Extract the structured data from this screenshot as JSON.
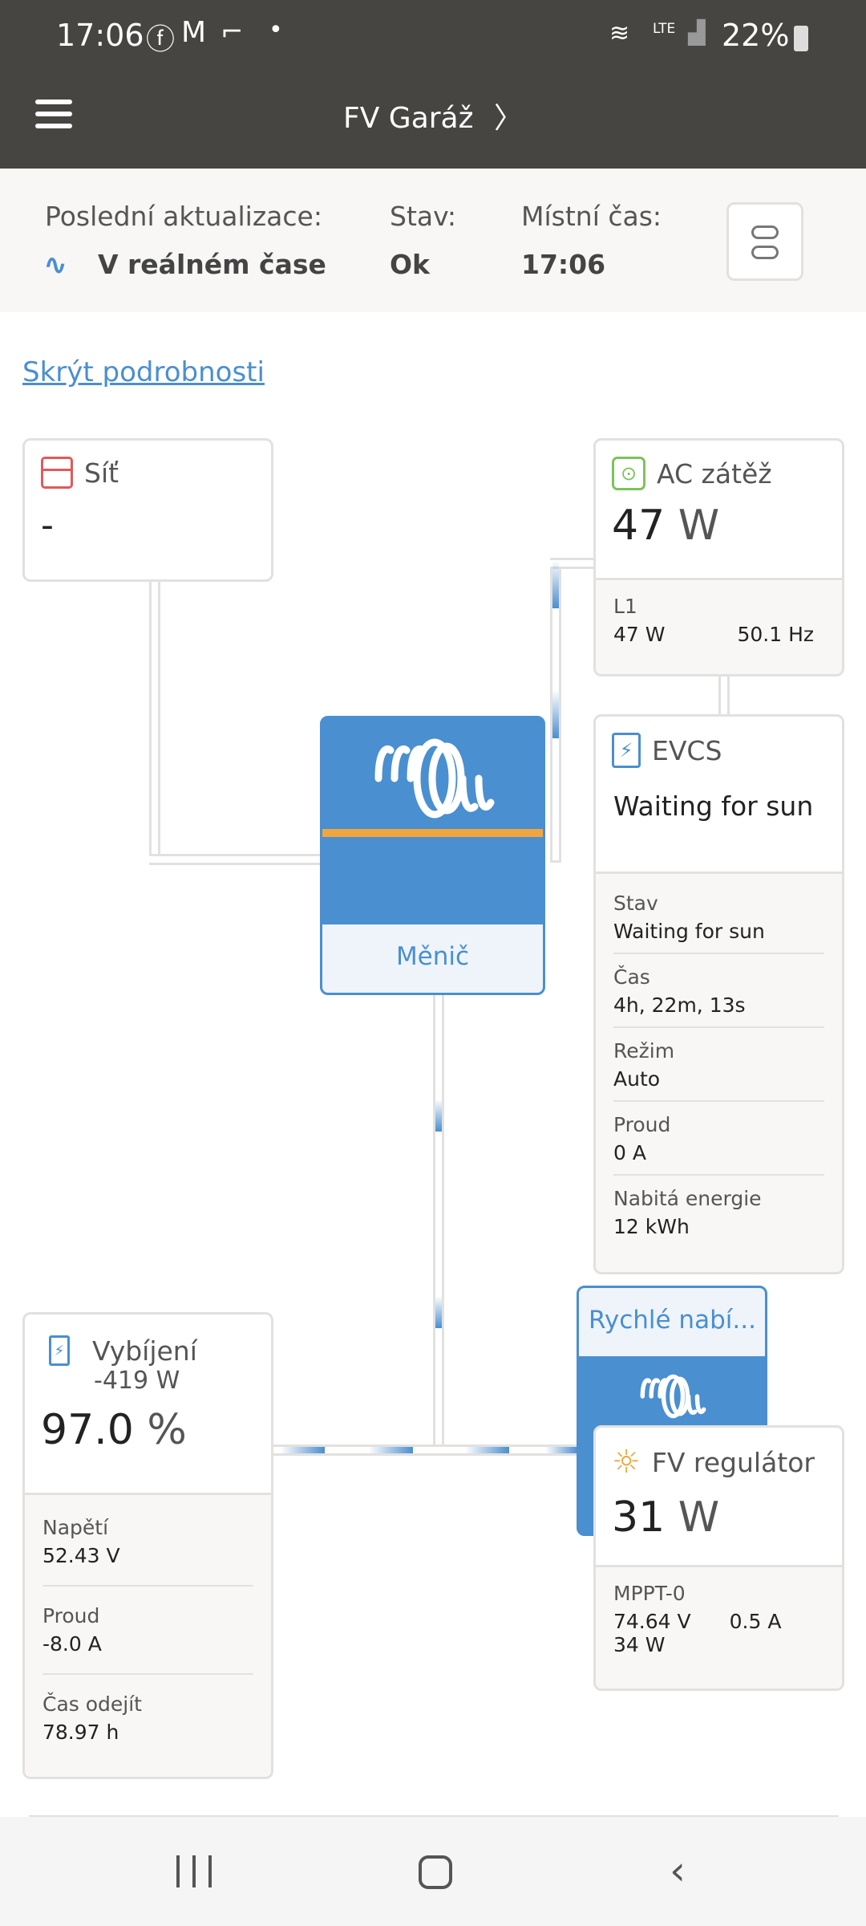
{
  "status_bar": {
    "time": "17:06",
    "battery": "22%",
    "network": "LTE"
  },
  "header": {
    "title": "FV Garáž"
  },
  "info": {
    "last_update_label": "Poslední aktualizace:",
    "last_update_value": "V reálném čase",
    "state_label": "Stav:",
    "state_value": "Ok",
    "local_time_label": "Místní čas:",
    "local_time_value": "17:06"
  },
  "toggle_details_link": "Skrýt podrobnosti",
  "grid": {
    "title": "Síť",
    "value": "-"
  },
  "ac_load": {
    "title": "AC zátěž",
    "value": "47",
    "unit": "W",
    "phase": "L1",
    "power": "47 W",
    "frequency": "50.1 Hz"
  },
  "evcs": {
    "title": "EVCS",
    "status": "Waiting for sun",
    "rows": [
      {
        "label": "Stav",
        "value": "Waiting for sun"
      },
      {
        "label": "Čas",
        "value": "4h, 22m, 13s"
      },
      {
        "label": "Režim",
        "value": "Auto"
      },
      {
        "label": "Proud",
        "value": "0 A"
      },
      {
        "label": "Nabitá energie",
        "value": "12 kWh"
      }
    ]
  },
  "inverter": {
    "label": "Měnič"
  },
  "charger": {
    "label": "Rychlé nabí..."
  },
  "battery": {
    "title": "Vybíjení",
    "power": "-419 W",
    "soc": "97.0",
    "soc_unit": "%",
    "rows": [
      {
        "label": "Napětí",
        "value": "52.43 V"
      },
      {
        "label": "Proud",
        "value": "-8.0 A"
      },
      {
        "label": "Čas odejít",
        "value": "78.97 h"
      }
    ]
  },
  "solar": {
    "title": "FV regulátor",
    "value": "31",
    "unit": "W",
    "tracker": "MPPT-0",
    "voltage": "74.64 V",
    "current": "0.5 A",
    "power": "34 W"
  },
  "colors": {
    "header": "#474541",
    "accent": "#4a8fd0",
    "orange": "#f0a63c",
    "grid_red": "#e05a5a",
    "ac_green": "#7bc35a"
  }
}
